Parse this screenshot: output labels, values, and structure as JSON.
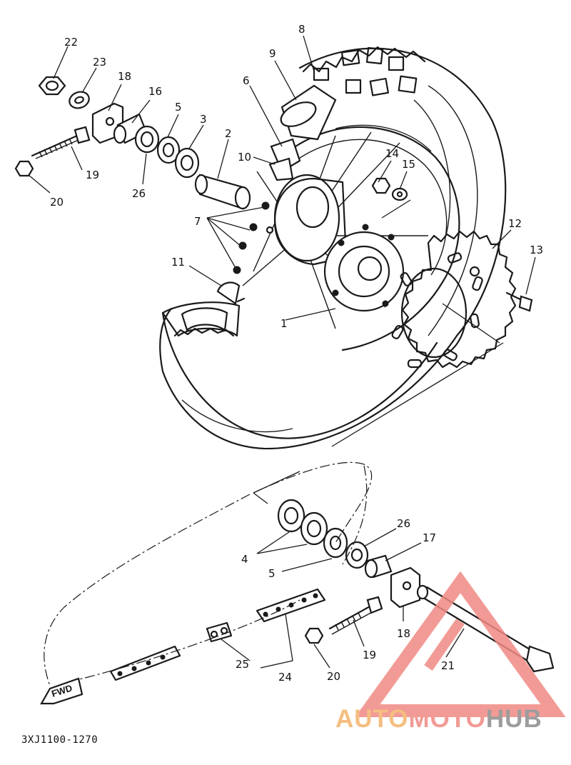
{
  "diagram": {
    "catalog_code": "3XJ1100-1270",
    "fwd_label": "FWD",
    "callouts": {
      "c1": "1",
      "c2": "2",
      "c3": "3",
      "c4": "4",
      "c5a": "5",
      "c5b": "5",
      "c6": "6",
      "c7": "7",
      "c8": "8",
      "c9": "9",
      "c10": "10",
      "c11": "11",
      "c12": "12",
      "c13": "13",
      "c14": "14",
      "c15": "15",
      "c16": "16",
      "c17": "17",
      "c18a": "18",
      "c18b": "18",
      "c19a": "19",
      "c19b": "19",
      "c20a": "20",
      "c20b": "20",
      "c21": "21",
      "c22": "22",
      "c23": "23",
      "c24": "24",
      "c25": "25",
      "c26a": "26",
      "c26b": "26"
    }
  },
  "watermark": {
    "part1": "AUTO",
    "part2": "MOTO",
    "part3": "HUB",
    "colors": {
      "auto": "#f4b36b",
      "moto": "#f08a84",
      "hub": "#8c8c8c",
      "triangle": "#f08a84"
    }
  }
}
